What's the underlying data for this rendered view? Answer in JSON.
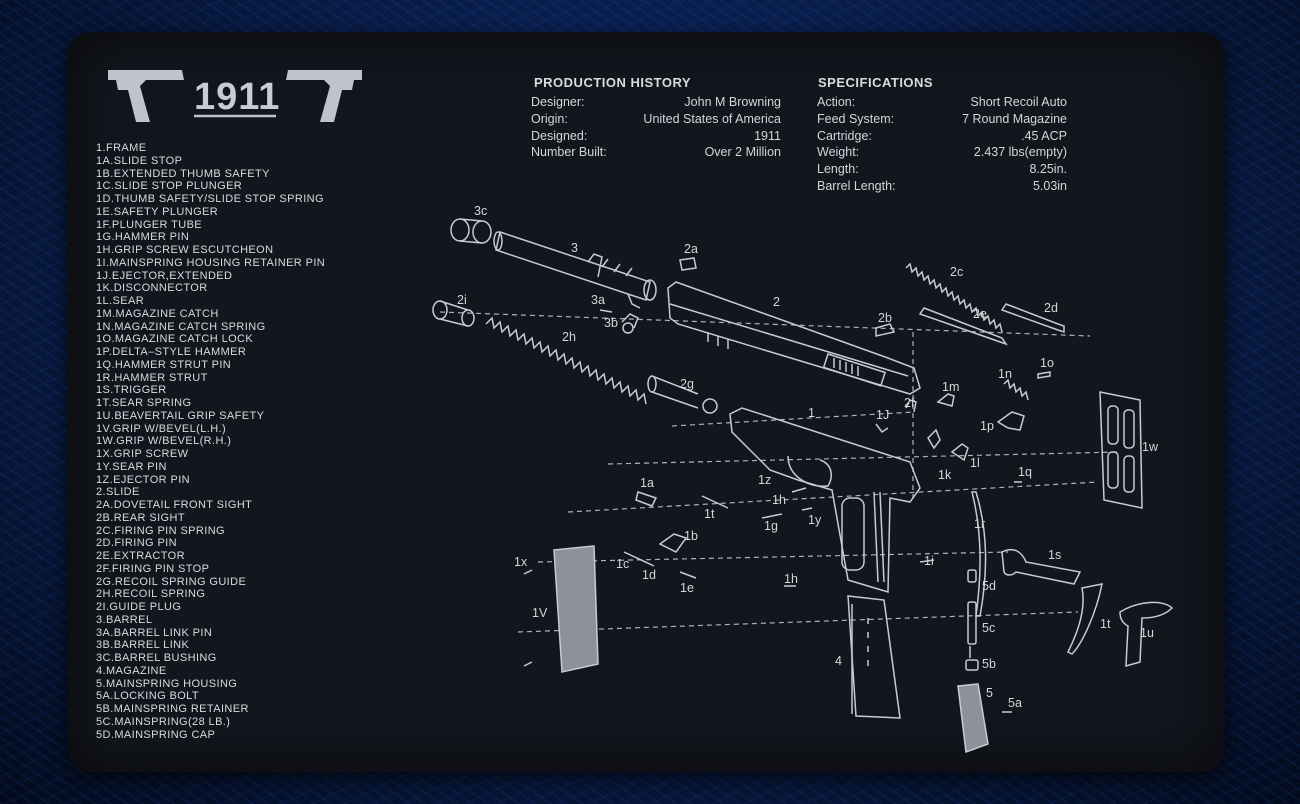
{
  "logo": {
    "title": "1911"
  },
  "parts_list": [
    "1.FRAME",
    "1A.SLIDE STOP",
    "1B.EXTENDED THUMB SAFETY",
    "1C.SLIDE STOP PLUNGER",
    "1D.THUMB SAFETY/SLIDE STOP SPRING",
    "1E.SAFETY PLUNGER",
    "1F.PLUNGER TUBE",
    "1G.HAMMER PIN",
    "1H.GRIP SCREW ESCUTCHEON",
    "1I.MAINSPRING HOUSING RETAINER PIN",
    "1J.EJECTOR,EXTENDED",
    "1K.DISCONNECTOR",
    "1L.SEAR",
    "1M.MAGAZINE CATCH",
    "1N.MAGAZINE CATCH SPRING",
    "1O.MAGAZINE CATCH LOCK",
    "1P.DELTA–STYLE HAMMER",
    "1Q.HAMMER STRUT PIN",
    "1R.HAMMER STRUT",
    "1S.TRIGGER",
    "1T.SEAR SPRING",
    "1U.BEAVERTAIL GRIP SAFETY",
    "1V.GRIP W/BEVEL(L.H.)",
    "1W.GRIP W/BEVEL(R.H.)",
    "1X.GRIP SCREW",
    "1Y.SEAR PIN",
    "1Z.EJECTOR PIN",
    "2.SLIDE",
    "2A.DOVETAIL FRONT SIGHT",
    "2B.REAR SIGHT",
    "2C.FIRING PIN SPRING",
    "2D.FIRING PIN",
    "2E.EXTRACTOR",
    "2F.FIRING PIN STOP",
    "2G.RECOIL SPRING GUIDE",
    "2H.RECOIL SPRING",
    "2I.GUIDE PLUG",
    "3.BARREL",
    "3A.BARREL LINK PIN",
    "3B.BARREL LINK",
    "3C.BARREL BUSHING",
    "4.MAGAZINE",
    "5.MAINSPRING HOUSING",
    "5A.LOCKING BOLT",
    "5B.MAINSPRING RETAINER",
    "5C.MAINSPRING(28 LB.)",
    "5D.MAINSPRING CAP"
  ],
  "production_history": {
    "heading": "PRODUCTION HISTORY",
    "rows": [
      {
        "label": "Designer:",
        "value": "John M Browning"
      },
      {
        "label": "Origin:",
        "value": "United States of America"
      },
      {
        "label": "Designed:",
        "value": "1911"
      },
      {
        "label": "Number Built:",
        "value": "Over 2 Million"
      }
    ]
  },
  "specifications": {
    "heading": "SPECIFICATIONS",
    "rows": [
      {
        "label": "Action:",
        "value": "Short Recoil Auto"
      },
      {
        "label": "Feed System:",
        "value": "7 Round Magazine"
      },
      {
        "label": "Cartridge:",
        "value": ".45 ACP"
      },
      {
        "label": "Weight:",
        "value": "2.437 lbs(empty)"
      },
      {
        "label": "Length:",
        "value": "8.25in."
      },
      {
        "label": "Barrel Length:",
        "value": "5.03in"
      }
    ]
  },
  "diagram_labels": {
    "3c": "3c",
    "3": "3",
    "2a": "2a",
    "2c": "2c",
    "2i": "2i",
    "3a": "3a",
    "3b": "3b",
    "2": "2",
    "2b": "2b",
    "2e": "2e",
    "2d": "2d",
    "2h": "2h",
    "1o": "1o",
    "2g": "2g",
    "1n": "1n",
    "1m": "1m",
    "2f": "2f",
    "1": "1",
    "1J": "1J",
    "1p": "1p",
    "1w": "1w",
    "1l": "1l",
    "1k": "1k",
    "1q": "1q",
    "1a": "1a",
    "1z": "1z",
    "1h_top": "1h",
    "1t_mid": "1t",
    "1g": "1g",
    "1y": "1y",
    "1b": "1b",
    "1r": "1r",
    "1s": "1s",
    "1x": "1x",
    "1c": "1c",
    "1d": "1d",
    "1e": "1e",
    "1i": "1i",
    "5d": "5d",
    "1h_low": "1h",
    "1V": "1V",
    "1t_low": "1t",
    "1u": "1u",
    "5c": "5c",
    "4": "4",
    "5b": "5b",
    "5": "5",
    "5a": "5a"
  }
}
